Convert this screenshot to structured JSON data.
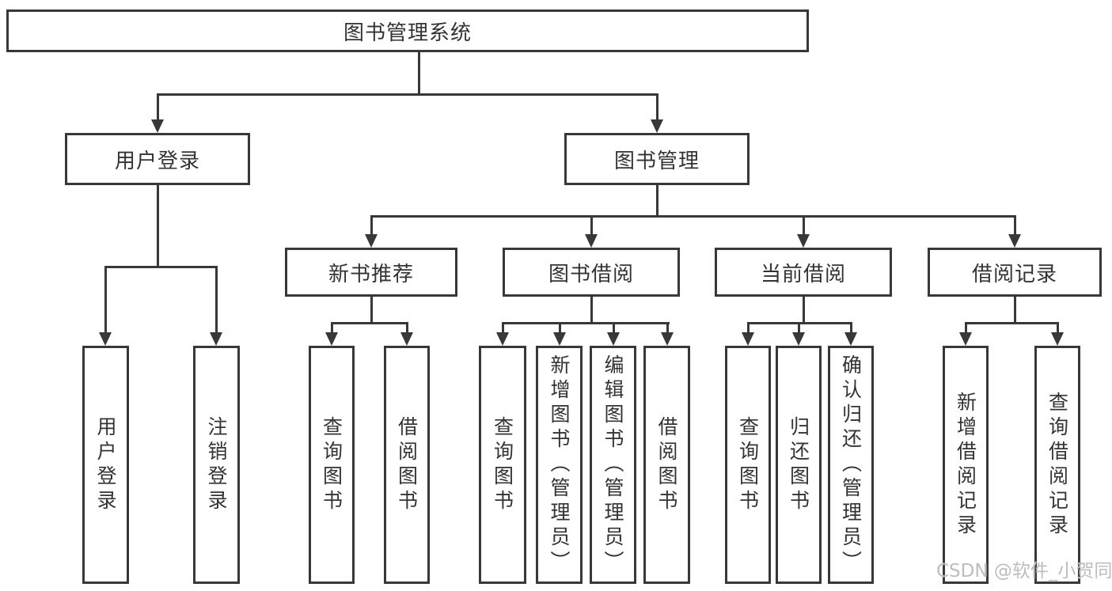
{
  "diagram": {
    "root": {
      "label": "图书管理系统"
    },
    "level2": [
      {
        "label": "用户登录"
      },
      {
        "label": "图书管理"
      }
    ],
    "level3": [
      {
        "label": "新书推荐"
      },
      {
        "label": "图书借阅"
      },
      {
        "label": "当前借阅"
      },
      {
        "label": "借阅记录"
      }
    ],
    "leaves_user_login": [
      "用户登录",
      "注销登录"
    ],
    "leaves_new_book_recommend": [
      "查询图书",
      "借阅图书"
    ],
    "leaves_book_borrowing": [
      "查询图书",
      "新增图书（管理员）",
      "编辑图书（管理员）",
      "借阅图书"
    ],
    "leaves_current_borrowing": [
      "查询图书",
      "归还图书",
      "确认归还（管理员）"
    ],
    "leaves_borrowing_records": [
      "新增借阅记录",
      "查询借阅记录"
    ]
  },
  "watermark": {
    "text": "CSDN @软件_小贺同学"
  },
  "colors": {
    "line": "#383838",
    "text": "#333333",
    "box_background": "#ffffff",
    "watermark": "#b9b9b9"
  }
}
